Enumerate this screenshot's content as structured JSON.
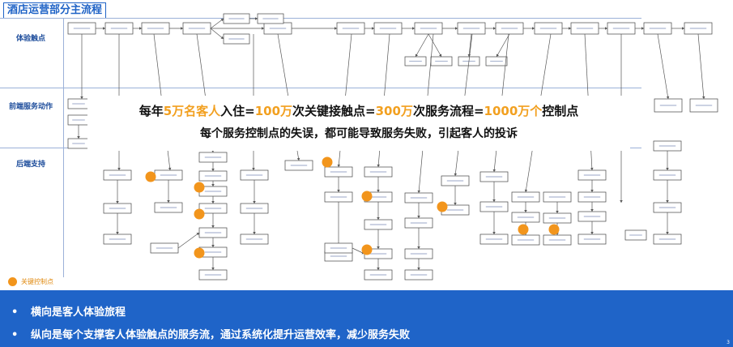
{
  "title": "酒店运营部分主流程",
  "lanes": [
    {
      "label": "体验触点"
    },
    {
      "label": "前端服务动作"
    },
    {
      "label": "后端支持"
    }
  ],
  "banner": {
    "line1": [
      {
        "text": "每年",
        "hl": false
      },
      {
        "text": "5万名客人",
        "hl": true
      },
      {
        "text": "入住=",
        "hl": false
      },
      {
        "text": "100万",
        "hl": true
      },
      {
        "text": "次关键接触点=",
        "hl": false
      },
      {
        "text": "300万",
        "hl": true
      },
      {
        "text": "次服务流程=",
        "hl": false
      },
      {
        "text": "1000万个",
        "hl": true
      },
      {
        "text": "控制点",
        "hl": false
      }
    ],
    "line2": "每个服务控制点的失误，都可能导致服务失败，引起客人的投诉"
  },
  "legend": {
    "label": "关键控制点"
  },
  "bullets": [
    "横向是客人体验旅程",
    "纵向是每个支撑客人体验触点的服务流，通过系统化提升运营效率，减少服务失败"
  ],
  "colors": {
    "accent": "#1f63c6",
    "dot": "#f2951c",
    "band": "#1f64c8",
    "highlight": "#f2a020"
  }
}
